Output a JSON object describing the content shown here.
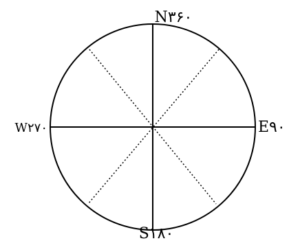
{
  "compass": {
    "north": "N۳۶۰",
    "east": "E۹۰",
    "south": "S۱۸۰",
    "west": "W۲۷۰",
    "line_color": "#000000",
    "background": "#ffffff"
  }
}
